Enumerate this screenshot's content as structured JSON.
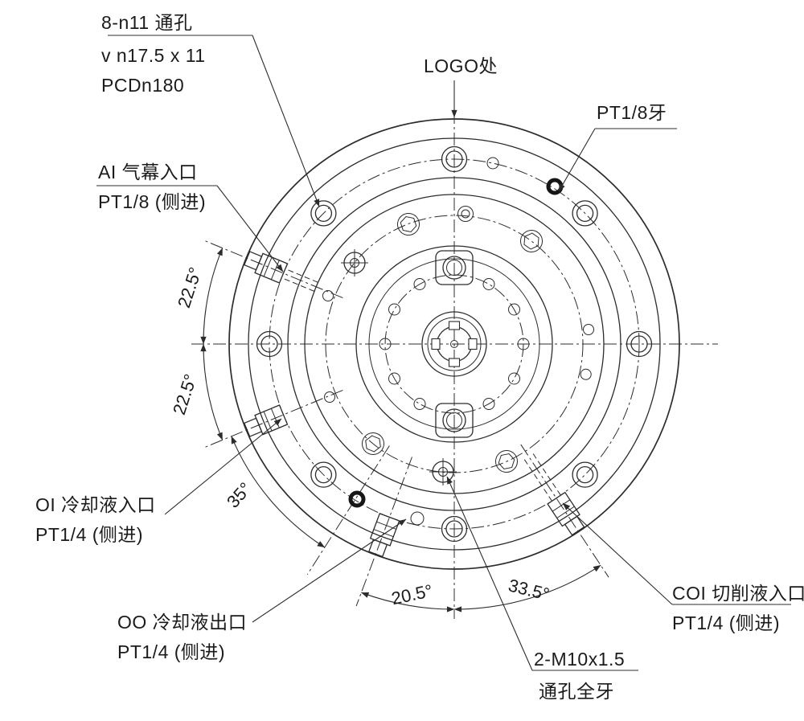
{
  "callouts": {
    "bolt_holes": {
      "line1": "8-n11 通孔",
      "line2": "v n17.5 x 11",
      "line3": "PCDn180"
    },
    "logo": {
      "label": "LOGO处"
    },
    "pt18": {
      "label": "PT1/8牙"
    },
    "ai": {
      "line1": "AI 气幕入口",
      "line2": "PT1/8 (侧进)"
    },
    "oi": {
      "line1": "OI 冷却液入口",
      "line2": "PT1/4 (侧进)"
    },
    "oo": {
      "line1": "OO 冷却液出口",
      "line2": "PT1/4 (侧进)"
    },
    "coi": {
      "line1": "COI 切削液入口",
      "line2": "PT1/4 (侧进)"
    },
    "m10": {
      "line1": "2-M10x1.5",
      "line2": "通孔全牙"
    }
  },
  "angle_dims": {
    "a1": "22.5°",
    "a2": "22.5°",
    "a3": "35°",
    "a4": "20.5°",
    "a5": "33.5°"
  },
  "colors": {
    "line": "#2c2c2c",
    "background": "#ffffff"
  }
}
